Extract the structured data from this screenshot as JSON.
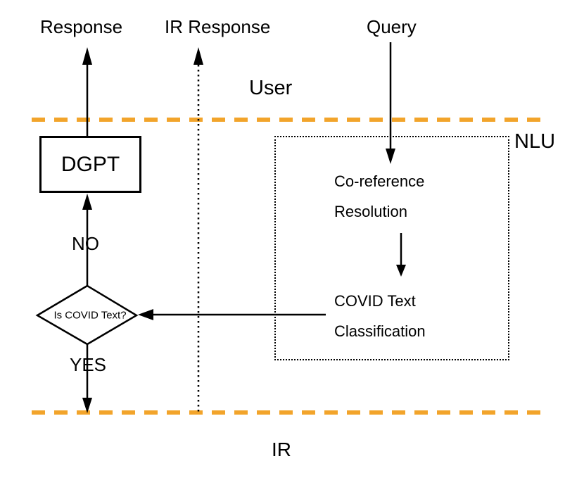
{
  "labels": {
    "response": "Response",
    "ir_response": "IR Response",
    "query": "Query",
    "user": "User",
    "nlu": "NLU",
    "ir": "IR",
    "no": "NO",
    "yes": "YES"
  },
  "nodes": {
    "dgpt": "DGPT",
    "coreference_line1": "Co-reference",
    "coreference_line2": "Resolution",
    "covid_line1": "COVID Text",
    "covid_line2": "Classification",
    "decision": "Is COVID Text?"
  },
  "colors": {
    "boundary_dash": "#F2A42B",
    "line": "#000000"
  }
}
